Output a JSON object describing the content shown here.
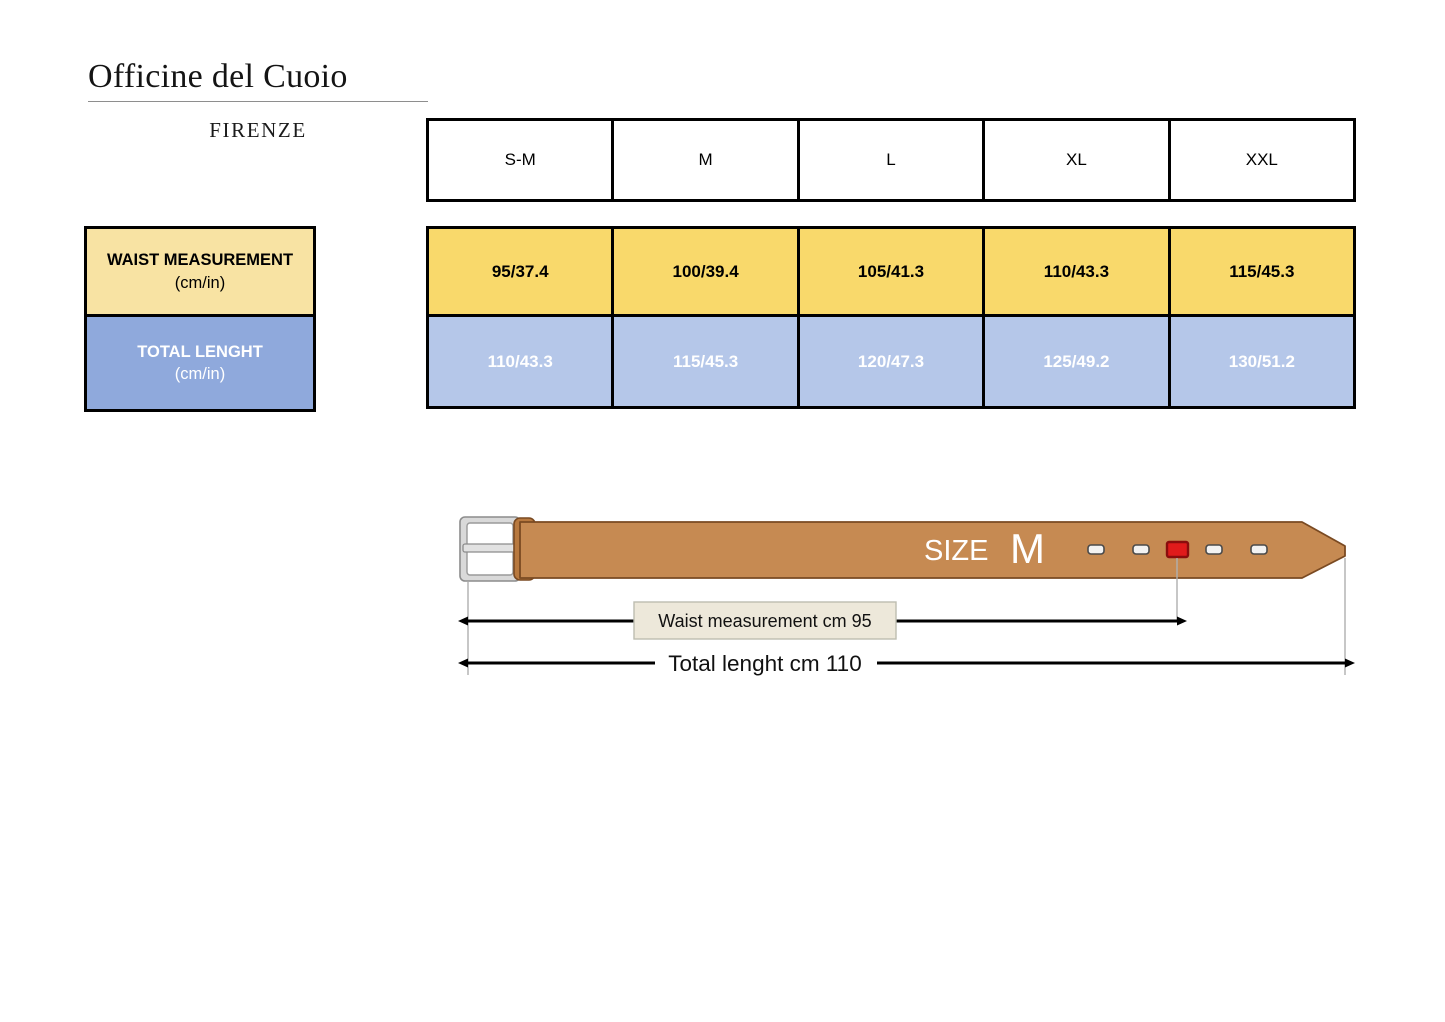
{
  "brand": {
    "name": "Officine del Cuoio",
    "city": "FIRENZE"
  },
  "table": {
    "sizes": [
      "S-M",
      "M",
      "L",
      "XL",
      "XXL"
    ],
    "rows": [
      {
        "label_title": "WAIST MEASUREMENT",
        "label_units": "(cm/in)",
        "values": [
          "95/37.4",
          "100/39.4",
          "105/41.3",
          "110/43.3",
          "115/45.3"
        ],
        "fill": "#F9D96B",
        "label_fill": "#F8E3A3",
        "text_color": "#000000"
      },
      {
        "label_title": "TOTAL LENGHT",
        "label_units": "(cm/in)",
        "values": [
          "110/43.3",
          "115/45.3",
          "120/47.3",
          "125/49.2",
          "130/51.2"
        ],
        "fill": "#B5C7E9",
        "label_fill": "#8FA9DC",
        "text_color": "#FFFFFF"
      }
    ]
  },
  "belt_diagram": {
    "size_prefix": "SIZE",
    "size_value": "M",
    "waist_dimension": "Waist measurement  cm 95",
    "total_dimension": "Total lenght cm 110",
    "holes_total": 5,
    "highlighted_hole_index": 3,
    "colors": {
      "leather": "#C68A52",
      "leather_outline": "#7A4A22",
      "buckle": "#D9D9D9",
      "buckle_outline": "#8C8C8C",
      "highlight_hole": "#E01B1B",
      "callout_box": "#EDE8DA"
    }
  }
}
